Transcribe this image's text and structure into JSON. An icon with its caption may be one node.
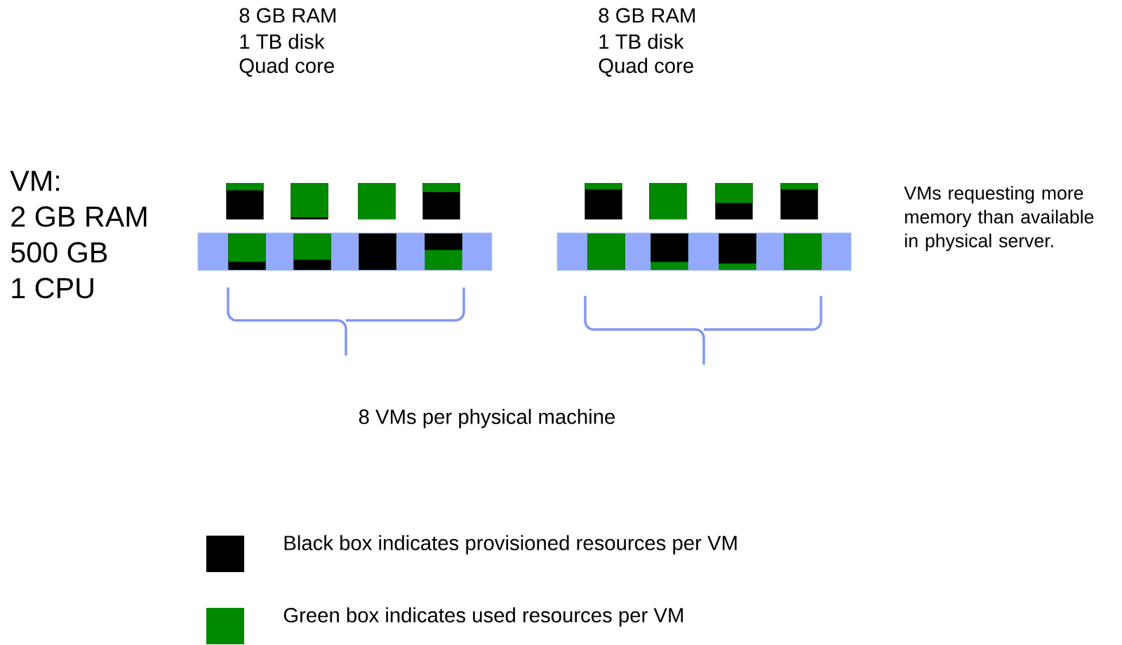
{
  "diagram": {
    "nodes": [
      {
        "text": [],
        "shape": "bar",
        "beside": [
          "8 GB RAM",
          "1 TB disk",
          "Quad core"
        ]
      },
      {
        "text": [],
        "shape": "box"
      },
      {
        "text": [],
        "shape": "box"
      },
      {
        "text": [],
        "shape": "box"
      },
      {
        "text": [],
        "shape": "box"
      },
      {
        "text": [],
        "shape": "box",
        "in": 0
      },
      {
        "text": [],
        "shape": "box",
        "in": 0
      },
      {
        "text": [],
        "shape": "box",
        "in": 0
      },
      {
        "text": [],
        "shape": "box",
        "in": 0
      },
      {
        "text": [],
        "shape": "bar",
        "beside": [
          "8 GB RAM",
          "1 TB disk",
          "Quad core"
        ]
      },
      {
        "text": [],
        "shape": "box"
      },
      {
        "text": [],
        "shape": "box"
      },
      {
        "text": [],
        "shape": "box"
      },
      {
        "text": [],
        "shape": "box"
      },
      {
        "text": [],
        "shape": "box",
        "in": 9
      },
      {
        "text": [],
        "shape": "box",
        "in": 9
      },
      {
        "text": [],
        "shape": "box",
        "in": 9
      },
      {
        "text": [],
        "shape": "box",
        "in": 9
      }
    ],
    "labels": [
      "VM:",
      "2 GB RAM",
      "500 GB",
      "1 CPU",
      "VMs requesting more memory than available in physical server.",
      "8 VMs per physical machine"
    ],
    "legend": [
      {
        "text": "Black box indicates provisioned resources per VM",
        "color": "#000000"
      },
      {
        "text": "Green box indicates used resources per VM",
        "color": "#008a00"
      }
    ]
  }
}
